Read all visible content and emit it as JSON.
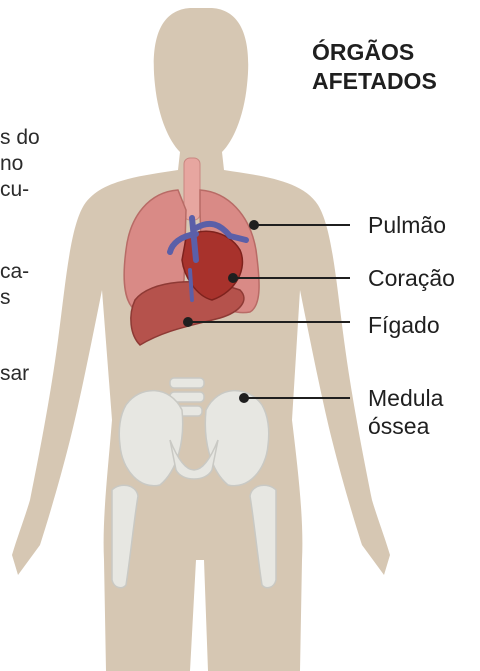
{
  "title": {
    "line1": "ÓRGÃOS",
    "line2": "AFETADOS"
  },
  "side_text": [
    "s do",
    "no",
    "cu-",
    "ca-",
    "s",
    "sar"
  ],
  "labels": {
    "pulmao": "Pulmão",
    "coracao": "Coração",
    "figado": "Fígado",
    "medula_line1": "Medula",
    "medula_line2": "óssea"
  },
  "colors": {
    "body": "#d6c7b3",
    "lung": "#d98a86",
    "heart": "#a8322c",
    "liver": "#b5524c",
    "vessel": "#5b5fa8",
    "bone": "#e7e7e2",
    "text": "#1f1f1f"
  }
}
